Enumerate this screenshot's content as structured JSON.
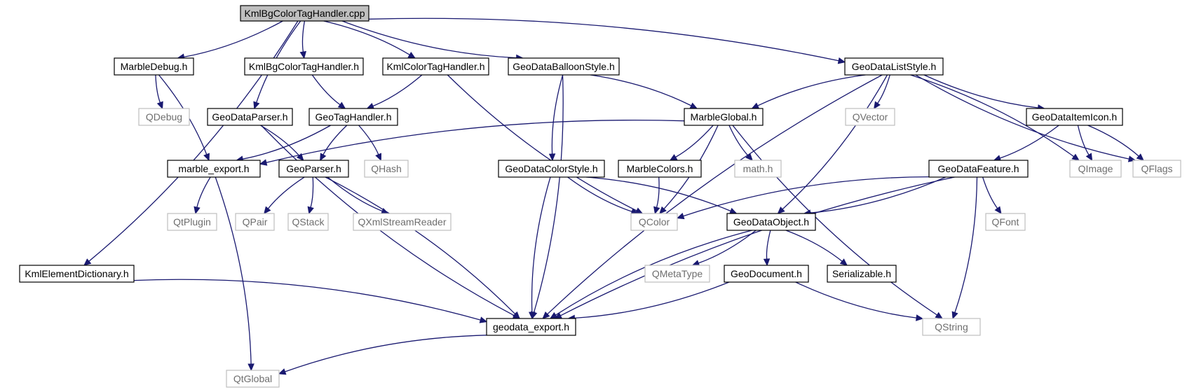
{
  "diagram": {
    "title": "",
    "colors": {
      "edge": "#191970",
      "root_fill": "#bfbfbf",
      "file_border": "#000000",
      "external_border": "#bfbfbf",
      "external_text": "#6e6e6e",
      "file_text": "#000000"
    },
    "nodes": [
      {
        "id": "n_root",
        "label": "KmlBgColorTagHandler.cpp",
        "kind": "root"
      },
      {
        "id": "n_marbledebug",
        "label": "MarbleDebug.h",
        "kind": "file"
      },
      {
        "id": "n_kmlbgcolor_h",
        "label": "KmlBgColorTagHandler.h",
        "kind": "file"
      },
      {
        "id": "n_kmlcolor_h",
        "label": "KmlColorTagHandler.h",
        "kind": "file"
      },
      {
        "id": "n_balloon",
        "label": "GeoDataBalloonStyle.h",
        "kind": "file"
      },
      {
        "id": "n_liststyle",
        "label": "GeoDataListStyle.h",
        "kind": "file"
      },
      {
        "id": "n_qdebug",
        "label": "QDebug",
        "kind": "external"
      },
      {
        "id": "n_geodataparser",
        "label": "GeoDataParser.h",
        "kind": "file"
      },
      {
        "id": "n_geotaghandler",
        "label": "GeoTagHandler.h",
        "kind": "file"
      },
      {
        "id": "n_marbleglobal",
        "label": "MarbleGlobal.h",
        "kind": "file"
      },
      {
        "id": "n_qvector",
        "label": "QVector",
        "kind": "external"
      },
      {
        "id": "n_itemicon",
        "label": "GeoDataItemIcon.h",
        "kind": "file"
      },
      {
        "id": "n_marble_export",
        "label": "marble_export.h",
        "kind": "file"
      },
      {
        "id": "n_geoparser",
        "label": "GeoParser.h",
        "kind": "file"
      },
      {
        "id": "n_qhash",
        "label": "QHash",
        "kind": "external"
      },
      {
        "id": "n_colorstyle",
        "label": "GeoDataColorStyle.h",
        "kind": "file"
      },
      {
        "id": "n_marblecolors",
        "label": "MarbleColors.h",
        "kind": "file"
      },
      {
        "id": "n_math",
        "label": "math.h",
        "kind": "external"
      },
      {
        "id": "n_feature",
        "label": "GeoDataFeature.h",
        "kind": "file"
      },
      {
        "id": "n_qimage",
        "label": "QImage",
        "kind": "external"
      },
      {
        "id": "n_qflags",
        "label": "QFlags",
        "kind": "external"
      },
      {
        "id": "n_qtplugin",
        "label": "QtPlugin",
        "kind": "external"
      },
      {
        "id": "n_qpair",
        "label": "QPair",
        "kind": "external"
      },
      {
        "id": "n_qstack",
        "label": "QStack",
        "kind": "external"
      },
      {
        "id": "n_qxml",
        "label": "QXmlStreamReader",
        "kind": "external"
      },
      {
        "id": "n_qcolor",
        "label": "QColor",
        "kind": "external"
      },
      {
        "id": "n_geodataobject",
        "label": "GeoDataObject.h",
        "kind": "file"
      },
      {
        "id": "n_qfont",
        "label": "QFont",
        "kind": "external"
      },
      {
        "id": "n_kmlelemdict",
        "label": "KmlElementDictionary.h",
        "kind": "file"
      },
      {
        "id": "n_qmetatype",
        "label": "QMetaType",
        "kind": "external"
      },
      {
        "id": "n_geodocument",
        "label": "GeoDocument.h",
        "kind": "file"
      },
      {
        "id": "n_serializable",
        "label": "Serializable.h",
        "kind": "file"
      },
      {
        "id": "n_geodata_export",
        "label": "geodata_export.h",
        "kind": "file"
      },
      {
        "id": "n_qstring",
        "label": "QString",
        "kind": "external"
      },
      {
        "id": "n_qtglobal",
        "label": "QtGlobal",
        "kind": "external"
      }
    ],
    "edges": [
      {
        "from": "n_root",
        "to": "n_marbledebug"
      },
      {
        "from": "n_root",
        "to": "n_kmlbgcolor_h"
      },
      {
        "from": "n_root",
        "to": "n_kmlcolor_h"
      },
      {
        "from": "n_root",
        "to": "n_balloon"
      },
      {
        "from": "n_root",
        "to": "n_liststyle"
      },
      {
        "from": "n_root",
        "to": "n_geodataparser"
      },
      {
        "from": "n_root",
        "to": "n_kmlelemdict"
      },
      {
        "from": "n_marbledebug",
        "to": "n_qdebug"
      },
      {
        "from": "n_marbledebug",
        "to": "n_marble_export"
      },
      {
        "from": "n_kmlbgcolor_h",
        "to": "n_geotaghandler"
      },
      {
        "from": "n_kmlcolor_h",
        "to": "n_geotaghandler"
      },
      {
        "from": "n_kmlcolor_h",
        "to": "n_qcolor"
      },
      {
        "from": "n_balloon",
        "to": "n_marbleglobal"
      },
      {
        "from": "n_balloon",
        "to": "n_colorstyle"
      },
      {
        "from": "n_balloon",
        "to": "n_geodata_export"
      },
      {
        "from": "n_liststyle",
        "to": "n_marbleglobal"
      },
      {
        "from": "n_liststyle",
        "to": "n_qvector"
      },
      {
        "from": "n_liststyle",
        "to": "n_itemicon"
      },
      {
        "from": "n_liststyle",
        "to": "n_qimage"
      },
      {
        "from": "n_liststyle",
        "to": "n_qflags"
      },
      {
        "from": "n_liststyle",
        "to": "n_geodataobject"
      },
      {
        "from": "n_liststyle",
        "to": "n_geodata_export"
      },
      {
        "from": "n_geodataparser",
        "to": "n_geoparser"
      },
      {
        "from": "n_geodataparser",
        "to": "n_geodata_export"
      },
      {
        "from": "n_geotaghandler",
        "to": "n_marble_export"
      },
      {
        "from": "n_geotaghandler",
        "to": "n_geoparser"
      },
      {
        "from": "n_geotaghandler",
        "to": "n_qhash"
      },
      {
        "from": "n_marbleglobal",
        "to": "n_marble_export"
      },
      {
        "from": "n_marbleglobal",
        "to": "n_marblecolors"
      },
      {
        "from": "n_marbleglobal",
        "to": "n_math"
      },
      {
        "from": "n_marbleglobal",
        "to": "n_qcolor"
      },
      {
        "from": "n_marbleglobal",
        "to": "n_qstring"
      },
      {
        "from": "n_itemicon",
        "to": "n_feature"
      },
      {
        "from": "n_itemicon",
        "to": "n_qimage"
      },
      {
        "from": "n_itemicon",
        "to": "n_qflags"
      },
      {
        "from": "n_marble_export",
        "to": "n_qtplugin"
      },
      {
        "from": "n_marble_export",
        "to": "n_qtglobal"
      },
      {
        "from": "n_geoparser",
        "to": "n_qpair"
      },
      {
        "from": "n_geoparser",
        "to": "n_qstack"
      },
      {
        "from": "n_geoparser",
        "to": "n_qxml"
      },
      {
        "from": "n_geoparser",
        "to": "n_geodata_export"
      },
      {
        "from": "n_colorstyle",
        "to": "n_qcolor"
      },
      {
        "from": "n_colorstyle",
        "to": "n_geodataobject"
      },
      {
        "from": "n_colorstyle",
        "to": "n_geodata_export"
      },
      {
        "from": "n_marblecolors",
        "to": "n_qcolor"
      },
      {
        "from": "n_feature",
        "to": "n_qcolor"
      },
      {
        "from": "n_feature",
        "to": "n_geodataobject"
      },
      {
        "from": "n_feature",
        "to": "n_qfont"
      },
      {
        "from": "n_feature",
        "to": "n_qstring"
      },
      {
        "from": "n_feature",
        "to": "n_geodata_export"
      },
      {
        "from": "n_geodataobject",
        "to": "n_qmetatype"
      },
      {
        "from": "n_geodataobject",
        "to": "n_geodocument"
      },
      {
        "from": "n_geodataobject",
        "to": "n_serializable"
      },
      {
        "from": "n_geodataobject",
        "to": "n_geodata_export"
      },
      {
        "from": "n_geodocument",
        "to": "n_geodata_export"
      },
      {
        "from": "n_geodocument",
        "to": "n_qstring"
      },
      {
        "from": "n_kmlelemdict",
        "to": "n_geodata_export"
      },
      {
        "from": "n_geodata_export",
        "to": "n_qtglobal"
      }
    ]
  }
}
